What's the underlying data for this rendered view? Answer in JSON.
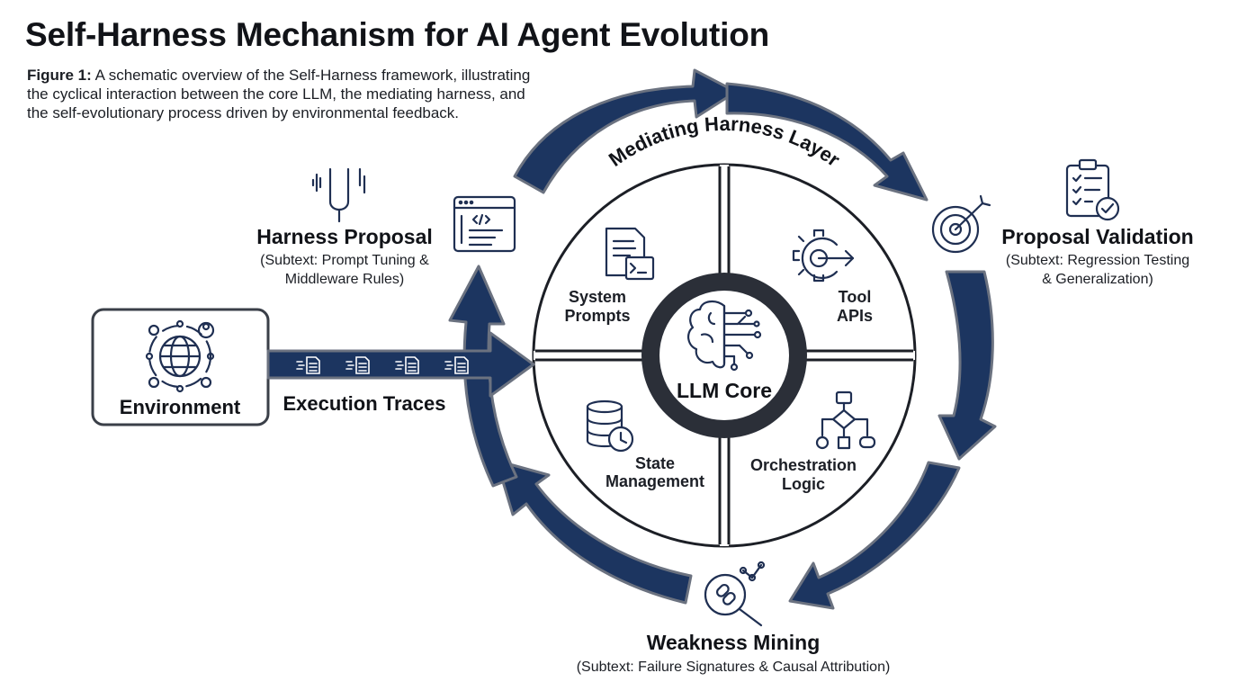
{
  "header": {
    "title": "Self-Harness Mechanism for AI Agent Evolution",
    "figure_label": "Figure 1:",
    "figure_caption": " A schematic overview of the Self-Harness framework, illustrating the cyclical interaction between the core LLM, the mediating harness, and the self-evolutionary process driven by environmental feedback."
  },
  "diagram": {
    "layer_label": "Mediating Harness Layer",
    "core_label": "LLM Core",
    "quadrants": {
      "system_prompts": [
        "System",
        "Prompts"
      ],
      "tool_apis": [
        "Tool",
        "APIs"
      ],
      "state_management": [
        "State",
        "Management"
      ],
      "orchestration_logic": [
        "Orchestration",
        "Logic"
      ]
    },
    "environment_label": "Environment",
    "traces_label": "Execution Traces",
    "stages": {
      "harness_proposal": {
        "title": "Harness Proposal",
        "subtext": [
          "(Subtext: Prompt Tuning &",
          "Middleware Rules)"
        ]
      },
      "proposal_validation": {
        "title": "Proposal Validation",
        "subtext": [
          "(Subtext: Regression Testing",
          "& Generalization)"
        ]
      },
      "weakness_mining": {
        "title": "Weakness Mining",
        "subtext": [
          "(Subtext: Failure Signatures & Causal Attribution)"
        ]
      }
    },
    "icons": [
      "tuning-fork-icon",
      "code-window-icon",
      "clipboard-checklist-icon",
      "target-icon",
      "globe-network-icon",
      "document-stream-icon",
      "document-terminal-icon",
      "gear-arrow-icon",
      "brain-circuit-icon",
      "database-clock-icon",
      "flowchart-icon",
      "magnifier-link-icon"
    ],
    "colors": {
      "navy": "#1c3560",
      "arrow_outline": "#6b7280",
      "dark": "#1c1f26",
      "core_ring": "#2b2f38"
    }
  }
}
